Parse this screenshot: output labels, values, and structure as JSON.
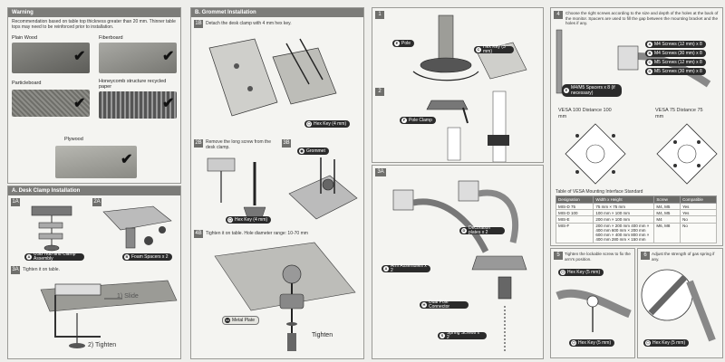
{
  "warning": {
    "title": "Warning",
    "text": "Recommendation based on table top thickness greater than 20 mm. Thinner table tops may need to be reinforced prior to installation.",
    "materials": [
      "Plain Wood",
      "Fiberboard",
      "Particleboard",
      "Honeycomb structure recycled paper",
      "Plywood"
    ]
  },
  "desk_clamp": {
    "title": "A. Desk Clamp Installation",
    "steps": [
      "1A",
      "2A",
      "3A"
    ],
    "step3_text": "Tighten it on table.",
    "parts": [
      {
        "letter": "A",
        "label": "USB Hub and Clamp Assembly"
      },
      {
        "letter": "B",
        "label": "Foam Spacers x 2"
      }
    ],
    "slide_label": "1) Slide",
    "tighten_label": "2) Tighten"
  },
  "grommet": {
    "title": "B. Grommet Installation",
    "steps": [
      "1B",
      "2B",
      "3B",
      "4B"
    ],
    "step1_text": "Detach the desk clamp with 4 mm hex key.",
    "step2_text": "Remove the long screw from the desk clamp.",
    "step4_text": "Tighten it on table. Hole diameter range: 10-70 mm",
    "hex_key": "Hex Key (4 mm)",
    "grommet_label": "Grommet",
    "metal_plate": "Metal Plate",
    "tighten": "Tighten"
  },
  "pole": {
    "steps": [
      "1",
      "2"
    ],
    "pole_label": "Pole",
    "hex_key_3": "Hex Key (3 mm)",
    "pole_clamp": "Pole Clamp",
    "letters": {
      "pole": "E",
      "hex": "C",
      "clamp": "F"
    }
  },
  "arms": {
    "step": "3A",
    "arm_assemblies": "Arm Assemblies x 2",
    "decoration_plates": "Decoration plates x 2",
    "dual_pole": "Dual Pole Connector",
    "spring_screws": "Spring Screws x 2",
    "letters": {
      "arm": "A",
      "deco": "D",
      "dual": "H",
      "spring": "S"
    }
  },
  "screws": {
    "step": "4",
    "text": "Choose the right screws according to the size and depth of the holes at the back of the monitor. Spacers are used to fill the gap between the mounting bracket and the holes if any.",
    "items": [
      {
        "letter": "A",
        "label": "M4 Screws (12 mm) x 8"
      },
      {
        "letter": "B",
        "label": "M4 Screws (30 mm) x 8"
      },
      {
        "letter": "C",
        "label": "M5 Screws (12 mm) x 8"
      },
      {
        "letter": "D",
        "label": "M5 Screws (30 mm) x 8"
      }
    ],
    "spacers": "M4/M5 Spacers x 8 (if necessary)",
    "spacer_letter": "E",
    "vesa100": "VESA 100 Distance 100 mm",
    "vesa75": "VESA 75 Distance 75 mm"
  },
  "vesa_table": {
    "title": "Table of VESA Mounting Interface Standard",
    "headers": [
      "Designation",
      "Width x Height",
      "Screw",
      "Compatible"
    ],
    "rows": [
      [
        "MIS-D 75",
        "75 mm × 75 mm",
        "M4, M5",
        "Yes"
      ],
      [
        "MIS-D 100",
        "100 mm × 100 mm",
        "M4, M5",
        "Yes"
      ],
      [
        "MIS-E",
        "200 mm × 100 mm",
        "M4",
        "No"
      ],
      [
        "MIS-F",
        "200 mm × 200 mm 400 mm × 400 mm 600 mm × 200 mm 600 mm × 400 mm 800 mm × 400 mm 280 mm × 150 mm",
        "M6, M8",
        "No"
      ]
    ]
  },
  "final": {
    "step5": "5",
    "step6": "6",
    "step5_text": "Tighten the lockable screw to fix the arm's position.",
    "step6_text": "Adjust the strength of gas spring if any.",
    "hex5": "Hex Key (5 mm)"
  },
  "colors": {
    "header": "#7c7c79",
    "pill": "#2b2b2b",
    "paper": "#f4f4f1"
  }
}
